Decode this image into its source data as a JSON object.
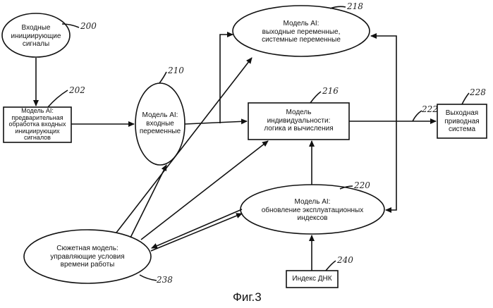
{
  "nodes": {
    "n200": {
      "ref": "200",
      "line1": "Входные",
      "line2": "инициирующие",
      "line3": "сигналы"
    },
    "n202": {
      "ref": "202",
      "line1": "Модель AI:",
      "line2": "предварительная",
      "line3": "обработка входных",
      "line4": "инициирующих",
      "line5": "сигналов"
    },
    "n210": {
      "ref": "210",
      "line1": "Модель AI:",
      "line2": "входные",
      "line3": "переменные"
    },
    "n218": {
      "ref": "218",
      "line1": "Модель AI:",
      "line2": "выходные переменные,",
      "line3": "системные переменные"
    },
    "n216": {
      "ref": "216",
      "line1": "Модель",
      "line2": "индивидуальности:",
      "line3": "логика и вычисления"
    },
    "n228": {
      "ref": "228",
      "line1": "Выходная",
      "line2": "приводная",
      "line3": "система"
    },
    "n220": {
      "ref": "220",
      "line1": "Модель AI:",
      "line2": "обновление эксплуатационных",
      "line3": "индексов"
    },
    "n238": {
      "ref": "238",
      "line1": "Сюжетная модель:",
      "line2": "управляющие условия",
      "line3": "времени работы"
    },
    "n240": {
      "ref": "240",
      "line1": "Индекс ДНК"
    }
  },
  "edge_label_222": "222",
  "caption": "Фиг.3"
}
